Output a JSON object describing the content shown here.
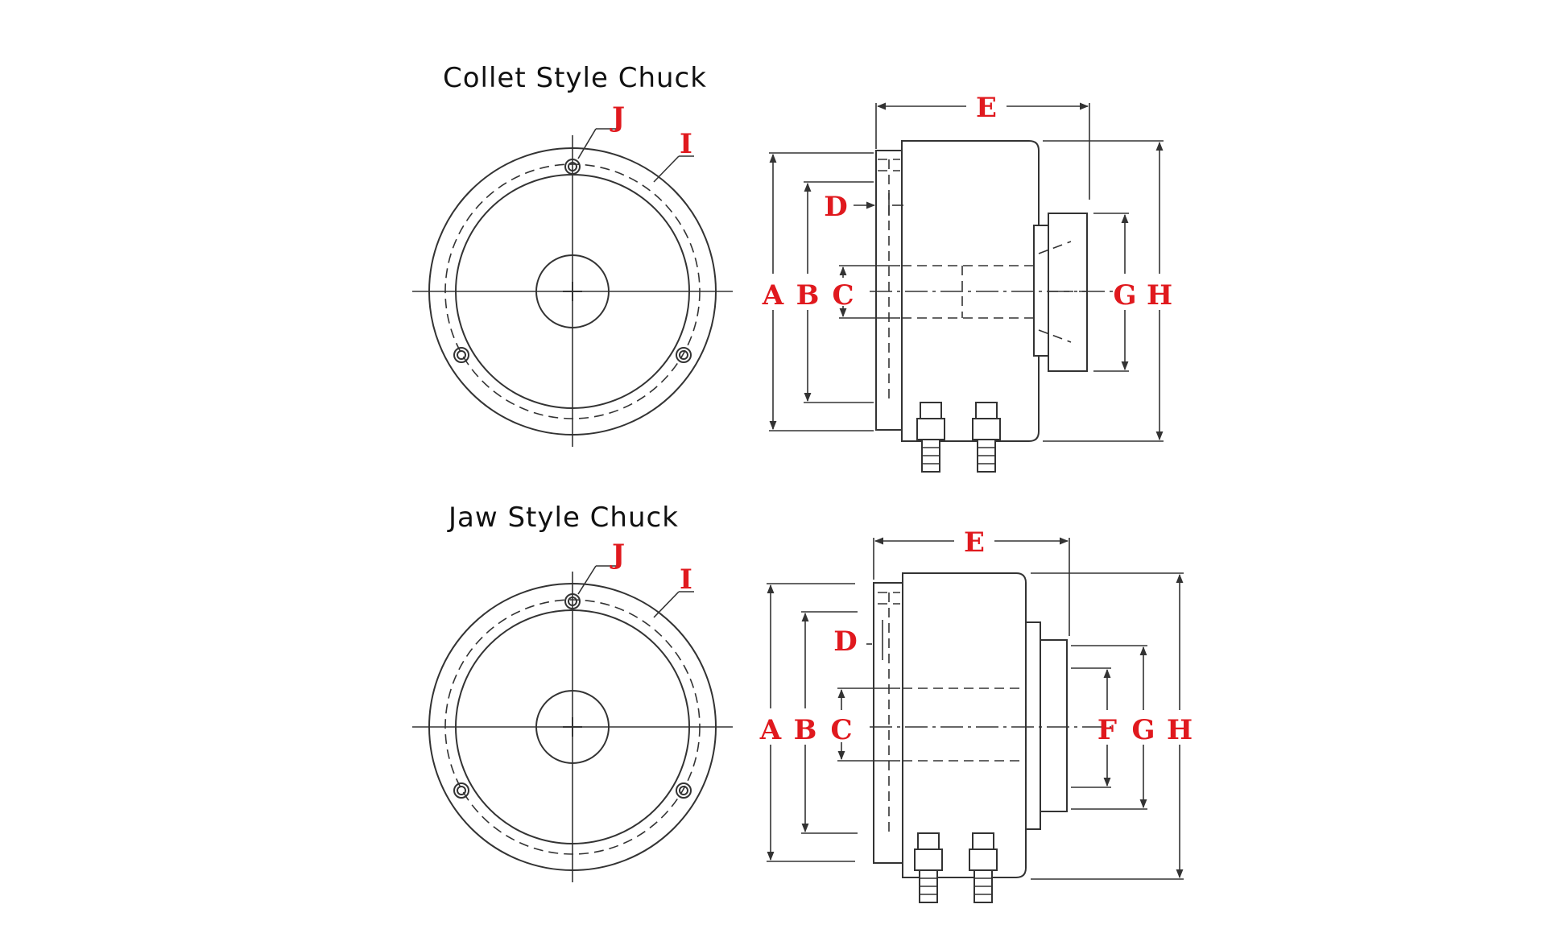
{
  "colors": {
    "line": "#333333",
    "dimension_label": "#e0191e",
    "title": "#111111",
    "background": "#ffffff"
  },
  "collet": {
    "title": "Collet Style Chuck",
    "labels": {
      "A": "A",
      "B": "B",
      "C": "C",
      "D": "D",
      "E": "E",
      "G": "G",
      "H": "H",
      "I": "I",
      "J": "J"
    }
  },
  "jaw": {
    "title": "Jaw Style Chuck",
    "labels": {
      "A": "A",
      "B": "B",
      "C": "C",
      "D": "D",
      "E": "E",
      "F": "F",
      "G": "G",
      "H": "H",
      "I": "I",
      "J": "J"
    }
  }
}
